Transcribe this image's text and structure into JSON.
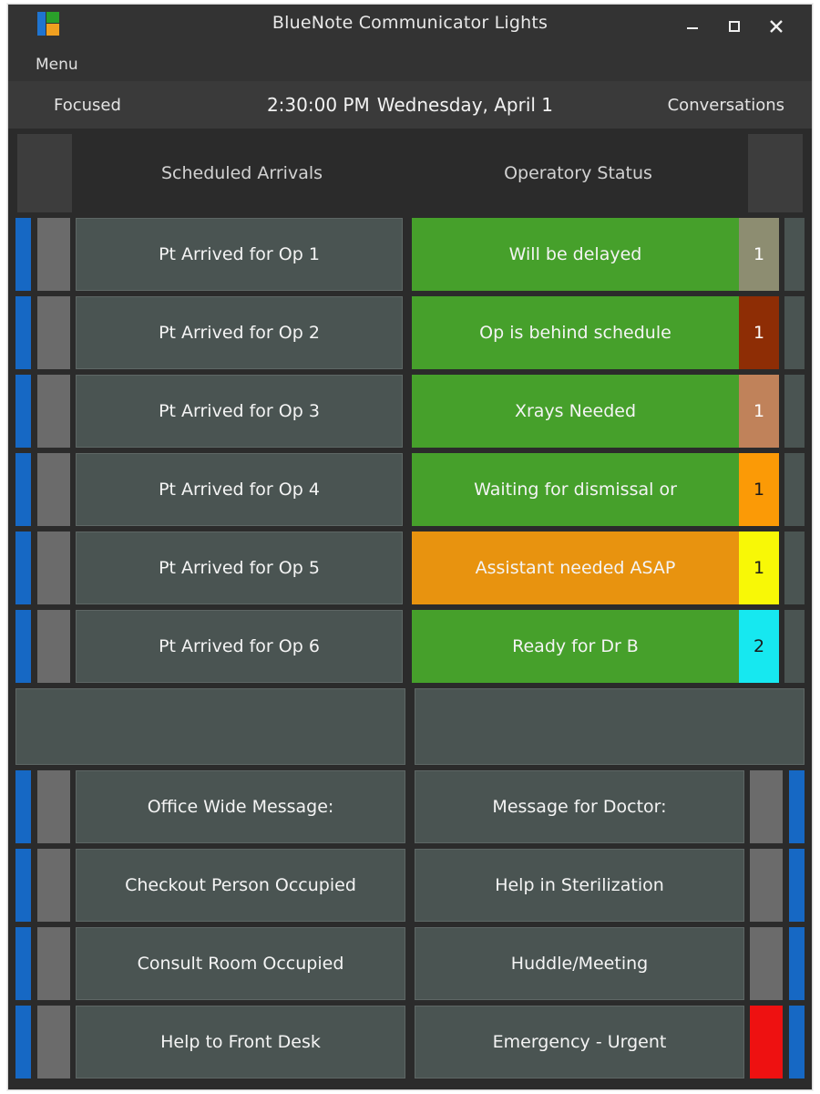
{
  "window": {
    "title": "BlueNote Communicator Lights",
    "icon": "bluenote-logo-icon",
    "controls": {
      "minimize": "minimize-icon",
      "maximize": "maximize-icon",
      "close": "close-icon"
    }
  },
  "menubar": {
    "items": [
      "Menu"
    ]
  },
  "statusbar": {
    "left": "Focused",
    "time": "2:30:00 PM",
    "date": "Wednesday, April 1",
    "right": "Conversations"
  },
  "headers": {
    "left": "Scheduled Arrivals",
    "right": "Operatory Status"
  },
  "colors": {
    "blue_bar": "#1668c4",
    "green": "#46a02b",
    "orange": "#e8930f",
    "red": "#ee1111",
    "button": "#4a5452",
    "chip": "#6b6b6b",
    "window_bg": "#2b2b2b",
    "titlebar": "#333333",
    "statusbar": "#3a3a3a"
  },
  "operatory_rows": [
    {
      "arrival": "Pt Arrived for Op 1",
      "status": "Will be delayed",
      "status_color": "green",
      "count": "1",
      "badge_color": "#8d8d71",
      "badge_dark_text": false
    },
    {
      "arrival": "Pt Arrived for Op 2",
      "status": "Op is behind schedule",
      "status_color": "green",
      "count": "1",
      "badge_color": "#8e2d05",
      "badge_dark_text": false
    },
    {
      "arrival": "Pt Arrived for Op 3",
      "status": "Xrays Needed",
      "status_color": "green",
      "count": "1",
      "badge_color": "#c0825a",
      "badge_dark_text": false
    },
    {
      "arrival": "Pt Arrived for Op 4",
      "status": "Waiting for dismissal or",
      "status_color": "green",
      "count": "1",
      "badge_color": "#fb9a06",
      "badge_dark_text": true
    },
    {
      "arrival": "Pt Arrived for Op 5",
      "status": "Assistant needed ASAP",
      "status_color": "orange",
      "count": "1",
      "badge_color": "#f8f806",
      "badge_dark_text": true
    },
    {
      "arrival": "Pt Arrived for Op 6",
      "status": "Ready for Dr B",
      "status_color": "green",
      "count": "2",
      "badge_color": "#16e8f0",
      "badge_dark_text": true
    }
  ],
  "message_rows": [
    {
      "left": "Office Wide Message:",
      "right": "Message for Doctor:",
      "right_chip_color": "#6b6b6b"
    },
    {
      "left": "Checkout Person Occupied",
      "right": "Help in Sterilization",
      "right_chip_color": "#6b6b6b"
    },
    {
      "left": "Consult Room Occupied",
      "right": "Huddle/Meeting",
      "right_chip_color": "#6b6b6b"
    },
    {
      "left": "Help to Front Desk",
      "right": "Emergency - Urgent",
      "right_chip_color": "#ee1111"
    }
  ]
}
